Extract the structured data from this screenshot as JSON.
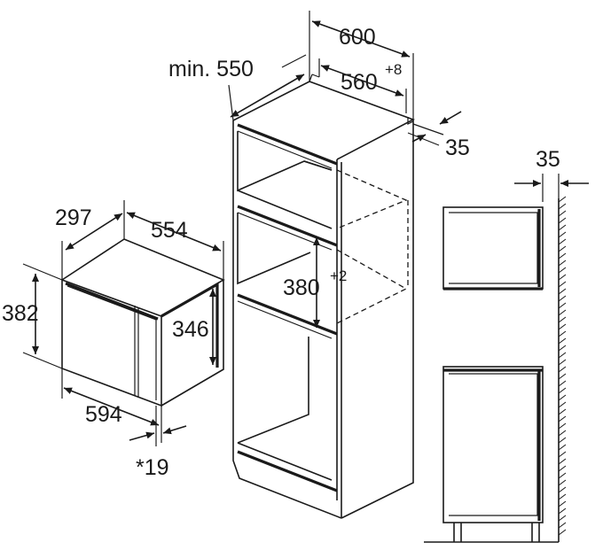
{
  "dimensions": {
    "microwave_depth": "297",
    "microwave_width": "554",
    "microwave_height": "382",
    "microwave_inner_height": "346",
    "microwave_front_width": "594",
    "frame_offset": "*19",
    "cabinet_min_depth": "min. 550",
    "cabinet_width": "600",
    "niche_width": "560",
    "niche_width_tolerance": "+8",
    "rear_vent_gap": "35",
    "niche_height": "380",
    "niche_height_tolerance": "+2",
    "wall_gap": "35"
  },
  "colors": {
    "line": "#1a1a1a",
    "background": "#ffffff"
  }
}
